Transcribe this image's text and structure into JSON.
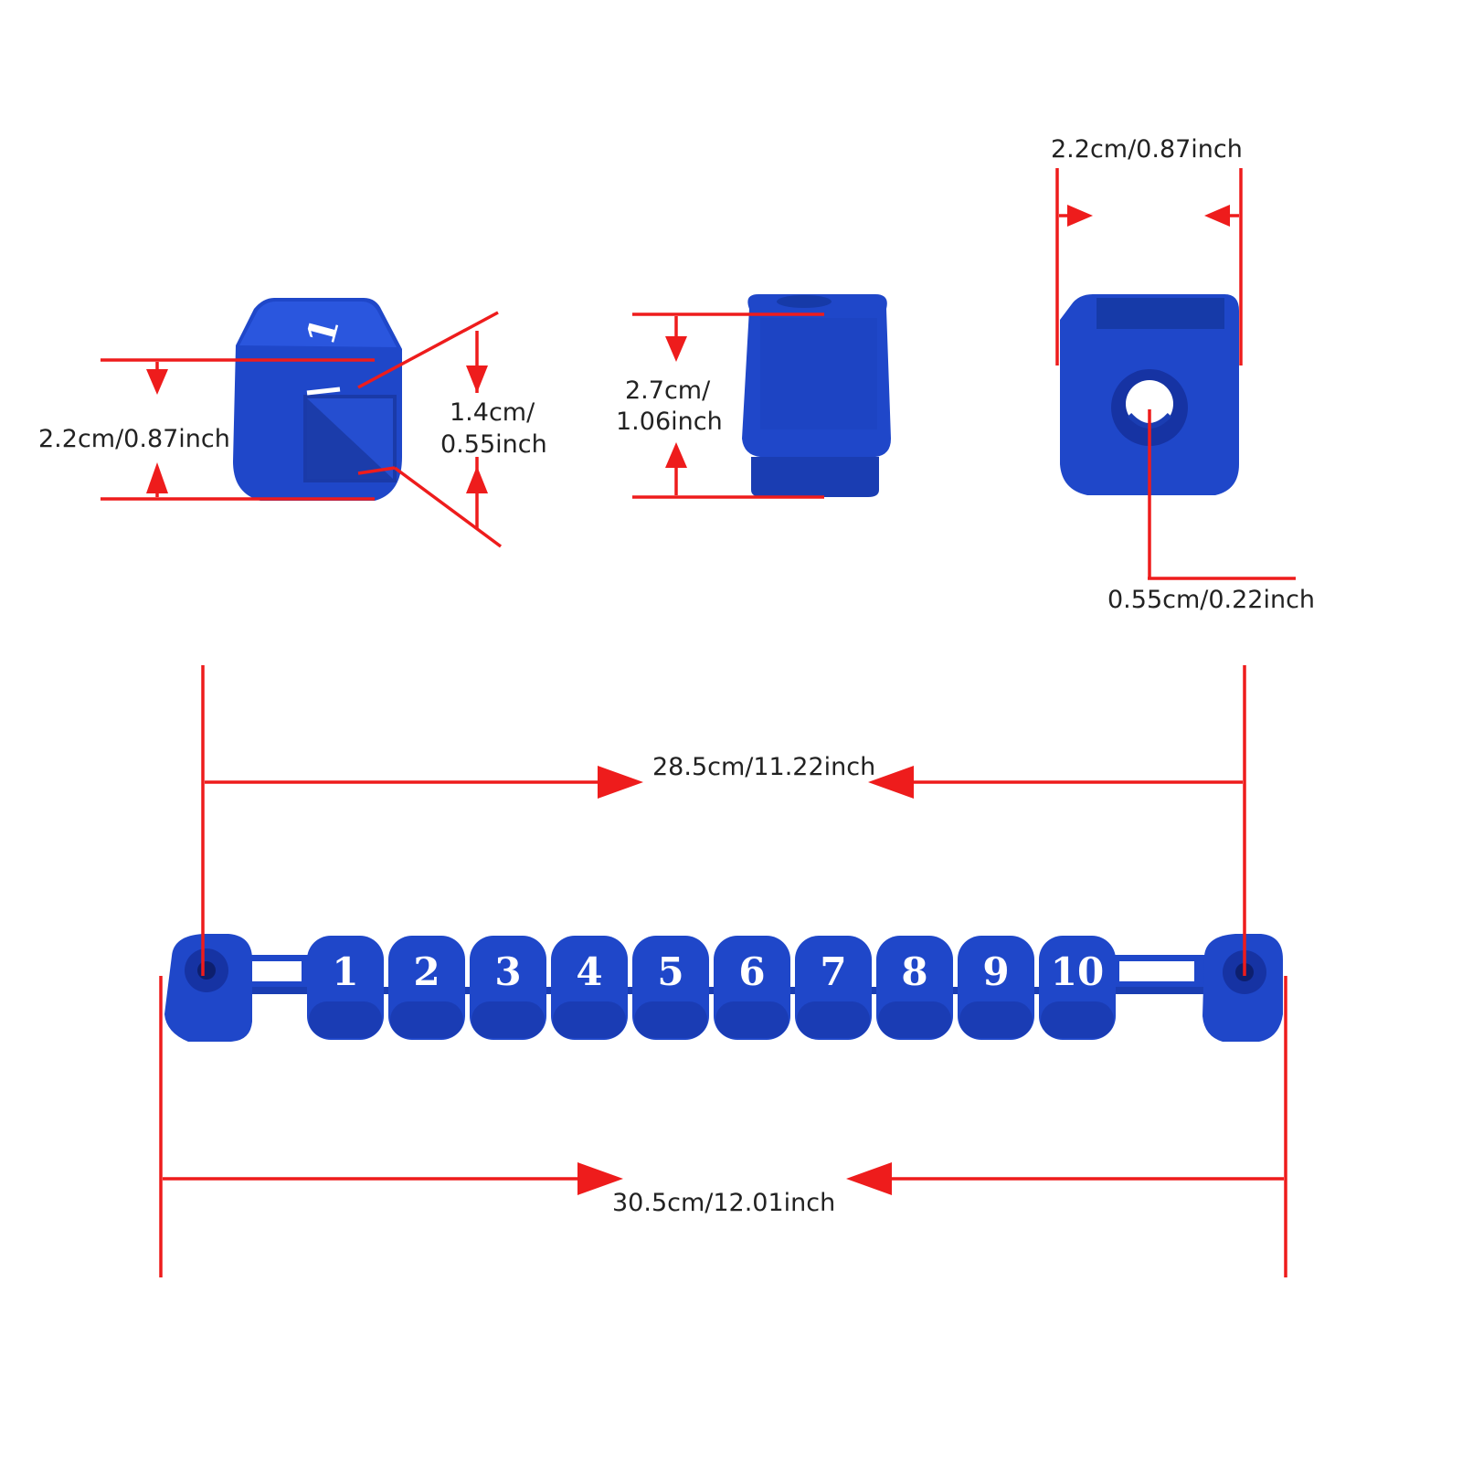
{
  "colors": {
    "dimension_line": "#ee1c1c",
    "cube_blue": "#1f47c9",
    "cube_blue_dark": "#1633a3",
    "text": "#222222",
    "number_text": "#ffffff"
  },
  "cube_side_view": {
    "face_number": "1",
    "height_label": "2.2cm/0.87inch",
    "opening_label_line1": "1.4cm/",
    "opening_label_line2": "0.55inch"
  },
  "cube_front_view": {
    "height_label_line1": "2.7cm/",
    "height_label_line2": "1.06inch"
  },
  "cube_end_view": {
    "width_label": "2.2cm/0.87inch",
    "hole_label": "0.55cm/0.22inch"
  },
  "scoring_bar": {
    "numbers": [
      "1",
      "2",
      "3",
      "4",
      "5",
      "6",
      "7",
      "8",
      "9",
      "10"
    ],
    "hole_spacing_label": "28.5cm/11.22inch",
    "overall_length_label": "30.5cm/12.01inch"
  }
}
